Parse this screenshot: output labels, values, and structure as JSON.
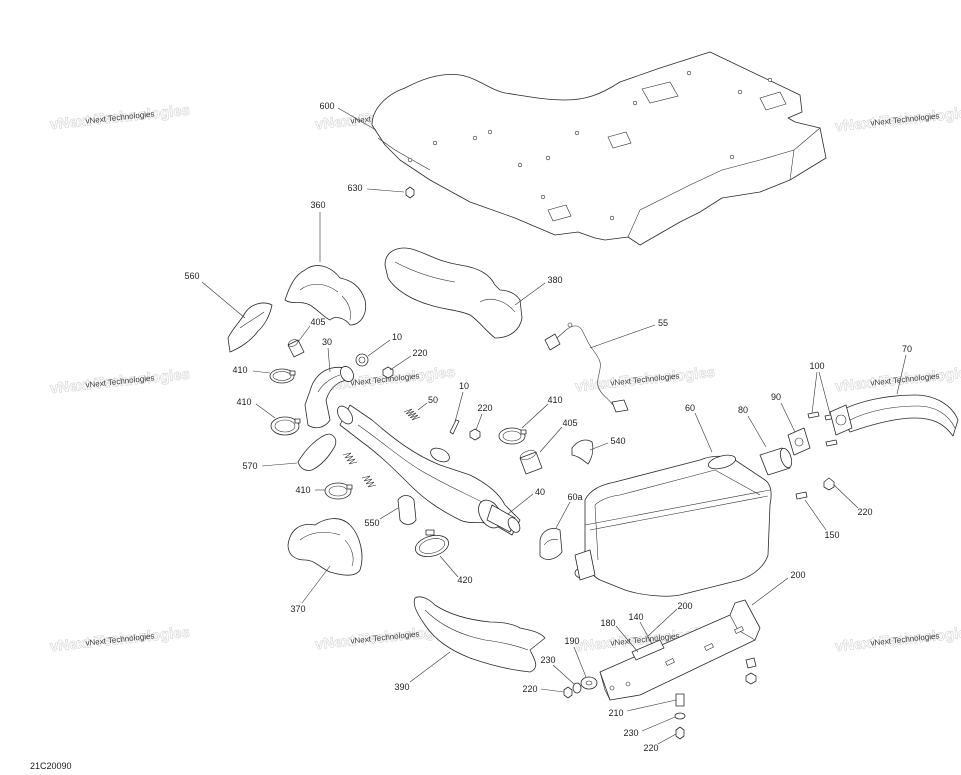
{
  "callouts": [
    "600",
    "630",
    "360",
    "560",
    "405",
    "380",
    "55",
    "10",
    "220",
    "30",
    "410",
    "410",
    "10",
    "50",
    "220",
    "410",
    "405",
    "540",
    "60",
    "80",
    "90",
    "100",
    "70",
    "570",
    "410",
    "40",
    "60a",
    "220",
    "150",
    "550",
    "420",
    "370",
    "200",
    "200",
    "140",
    "180",
    "190",
    "230",
    "220",
    "390",
    "210",
    "230",
    "220"
  ],
  "watermark": "vNext Technologies",
  "figure_code": "21C20090"
}
